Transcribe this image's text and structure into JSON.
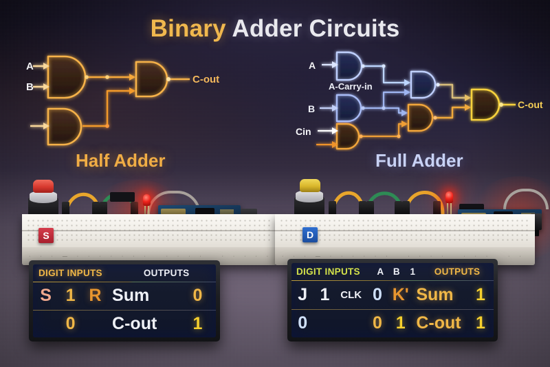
{
  "title": {
    "part1": "Binary",
    "part2": "Adder Circuits"
  },
  "diagrams": {
    "half_adder": {
      "caption": "Half Adder",
      "inputs": [
        "A",
        "B"
      ],
      "outputs": [
        "C-out"
      ]
    },
    "full_adder": {
      "caption": "Full Adder",
      "inputs": [
        "A",
        "A-Carry-in",
        "B",
        "Cin"
      ],
      "outputs": [
        "C-out"
      ]
    }
  },
  "rigs": {
    "left": {
      "tag": "S",
      "button_color": "#d8392f",
      "led_color": "#f2241c"
    },
    "right": {
      "tag": "D",
      "button_color": "#d9b72b",
      "led_color": "#f2241c"
    }
  },
  "display_left": {
    "header": {
      "inputs": "DIGIT INPUTS",
      "outputs": "OUTPUTS"
    },
    "row1": {
      "in_a": "S",
      "in_b": "1",
      "in_c": "R",
      "out_label": "Sum",
      "out_value": "0"
    },
    "row2": {
      "in_a": "",
      "in_b": "0",
      "in_c": "",
      "out_label": "C-out",
      "out_value": "1"
    }
  },
  "display_right": {
    "header": {
      "inputs": "DIGIT INPUTS",
      "mid": [
        "A",
        "B",
        "1"
      ],
      "outputs": "OUTPUTS"
    },
    "row1": {
      "in_a": "J",
      "in_b": "1",
      "in_c": "CLK",
      "in_d": "0",
      "in_e": "K'",
      "out_label": "Sum",
      "out_value": "1"
    },
    "row2": {
      "in_a": "0",
      "in_b": "",
      "in_c": "",
      "in_d": "0",
      "in_e": "1",
      "out_label": "C-out",
      "out_value": "1"
    }
  },
  "colors": {
    "gold": "#f0b84e",
    "white": "#e9e9ee",
    "amber_gate": "#f0ad45",
    "blue_gate": "#aebffa",
    "led_red": "#f2241c"
  }
}
